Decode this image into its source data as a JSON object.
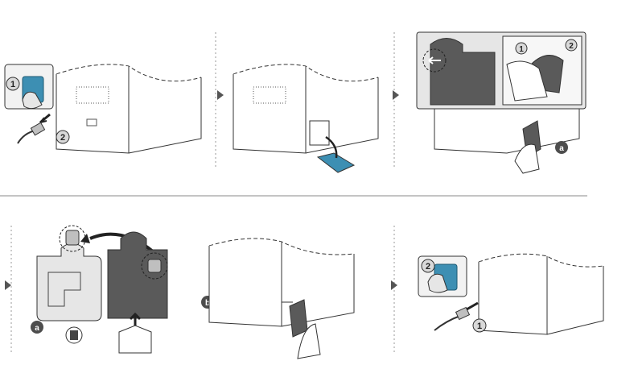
{
  "title": "Replacing the waste toner container — illustrated procedure",
  "steps": [
    {
      "id": "1",
      "label": "1"
    },
    {
      "id": "2",
      "label": "2"
    }
  ],
  "callouts": {
    "a": "a",
    "b": "b"
  },
  "colors": {
    "line": "#333333",
    "light_gray": "#e6e6e6",
    "mid_gray": "#bfbfbf",
    "dark_gray": "#5a5a5a",
    "screen_blue": "#3d8fb3",
    "circle_fill": "#d9d9d9",
    "badge_fill": "#4d4d4d",
    "arrow": "#2b2b2b",
    "separator": "#999999"
  },
  "icons": [
    "power-button-icon",
    "power-plug-icon",
    "trash-bin-icon",
    "recycle-box-icon",
    "arrow-right-icon",
    "step-badge-icon"
  ]
}
